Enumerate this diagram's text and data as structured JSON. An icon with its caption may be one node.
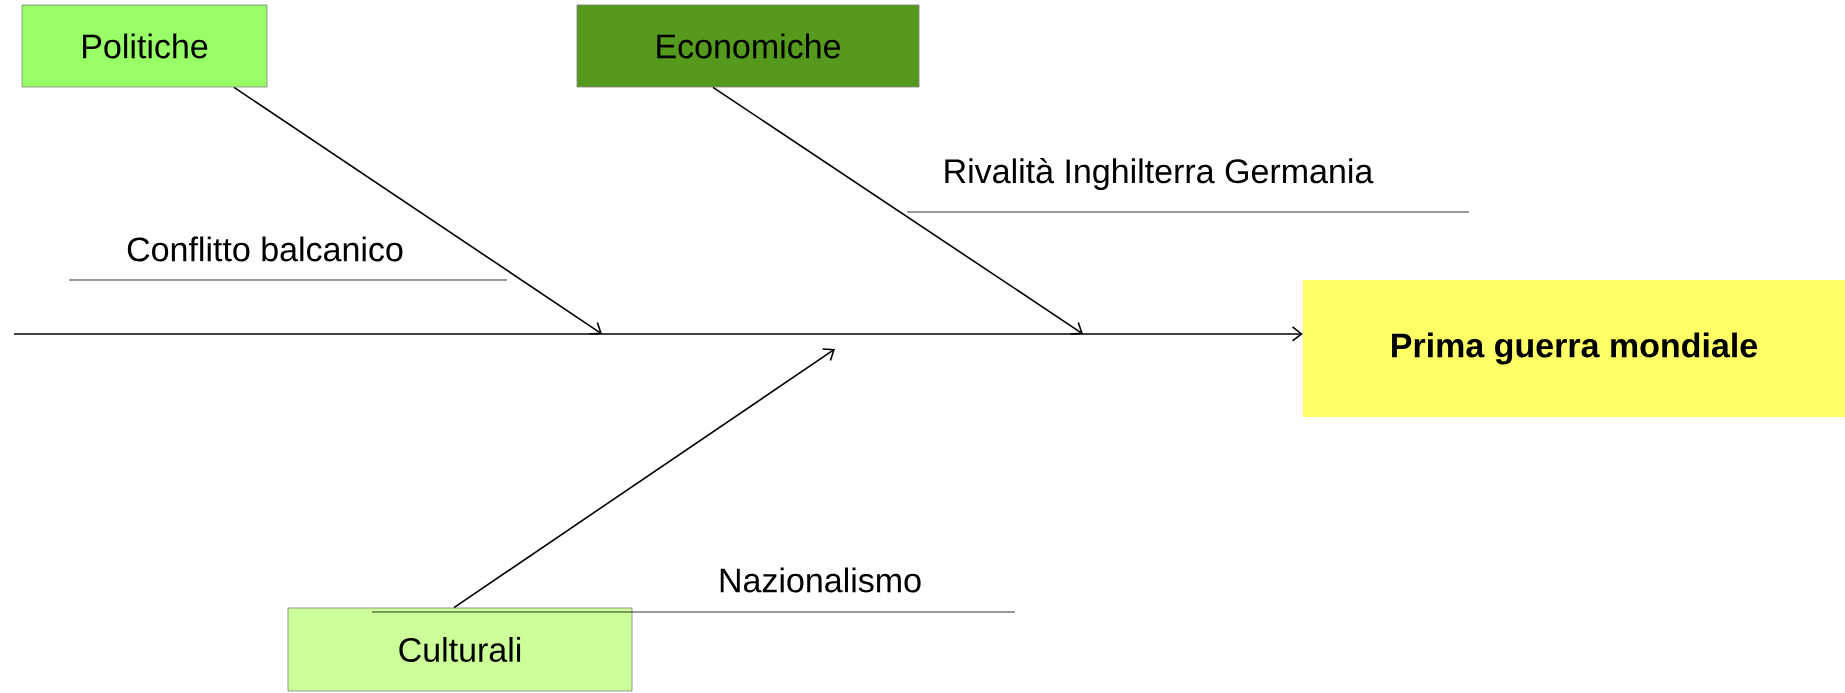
{
  "diagram": {
    "nodes": [
      {
        "text": [
          "Politiche"
        ]
      },
      {
        "text": [
          "Economiche"
        ]
      },
      {
        "text": [
          "Prima guerra mondiale"
        ]
      },
      {
        "text": [
          "Culturali"
        ]
      }
    ],
    "edges": [
      {
        "from": 0,
        "to": null,
        "arrow": "to"
      },
      {
        "from": 1,
        "to": null,
        "arrow": "to"
      },
      {
        "from": 3,
        "to": null,
        "arrow": "to"
      },
      {
        "from": null,
        "to": 2,
        "arrow": "to"
      }
    ],
    "labels": [
      "Rivalità Inghilterra Germania",
      "Conflitto balcanico",
      "Nazionalismo"
    ]
  }
}
